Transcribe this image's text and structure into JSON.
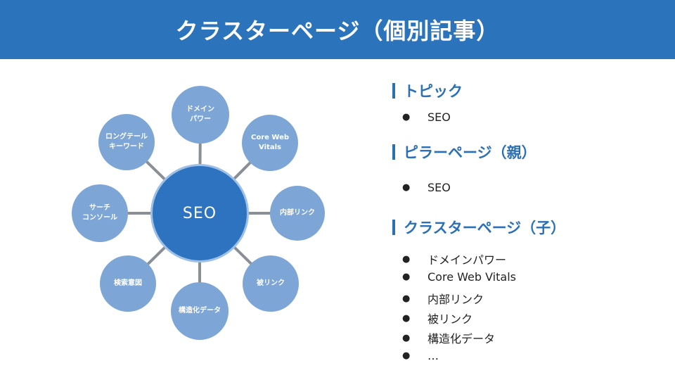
{
  "header": {
    "title": "クラスターページ（個別記事）"
  },
  "diagram": {
    "center": "SEO",
    "nodes": [
      "ドメイン\nパワー",
      "Core Web\nVitals",
      "内部リンク",
      "被リンク",
      "構造化データ",
      "検索意図",
      "サーチ\nコンソール",
      "ロングテール\nキーワード"
    ]
  },
  "sections": [
    {
      "title": "トピック",
      "items": [
        "SEO"
      ]
    },
    {
      "title": "ピラーページ（親）",
      "items": [
        "SEO"
      ]
    },
    {
      "title": "クラスターページ（子）",
      "items": [
        "ドメインパワー",
        "Core Web Vitals",
        "内部リンク",
        "被リンク",
        "構造化データ",
        "…"
      ]
    }
  ],
  "colors": {
    "header_bg": "#2b73bb",
    "center": "#2d73bf",
    "node": "#7da6d6",
    "heading": "#2b6fb6"
  }
}
